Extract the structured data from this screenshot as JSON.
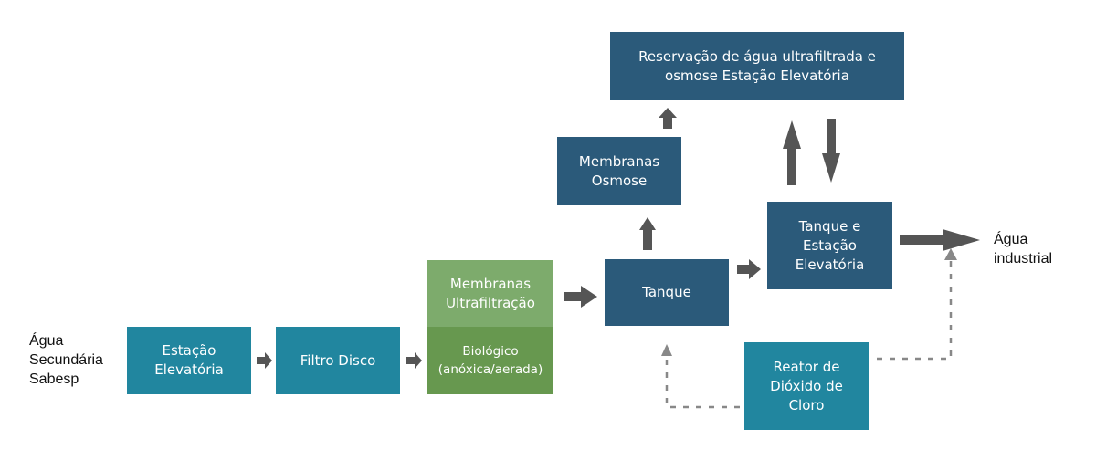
{
  "colors": {
    "teal": "#21869f",
    "navy": "#2b5a7a",
    "green_light": "#7dab6c",
    "green_dark": "#67984f",
    "arrow": "#555555",
    "dashed": "#888888"
  },
  "input_label": "Água\nSecundária\nSabesp",
  "output_label": "Água\nindustrial",
  "nodes": {
    "estacao_elevatoria": "Estação\nElevatória",
    "filtro_disco": "Filtro Disco",
    "membranas_uf": "Membranas\nUltrafiltração",
    "biologico": "Biológico\n(anóxica/aerada)",
    "tanque": "Tanque",
    "membranas_osmose": "Membranas\nOsmose",
    "reservacao": "Reservação de água ultrafiltrada e\nosmose Estação Elevatória",
    "tanque_estacao": "Tanque e\nEstação\nElevatória",
    "reator": "Reator de\nDióxido de\nCloro"
  },
  "edges": [
    {
      "from": "estacao_elevatoria",
      "to": "filtro_disco",
      "style": "solid"
    },
    {
      "from": "filtro_disco",
      "to": "biologico",
      "style": "solid"
    },
    {
      "from": "membranas_uf",
      "to": "tanque",
      "style": "solid"
    },
    {
      "from": "tanque",
      "to": "membranas_osmose",
      "style": "solid"
    },
    {
      "from": "membranas_osmose",
      "to": "reservacao",
      "style": "solid"
    },
    {
      "from": "tanque",
      "to": "tanque_estacao",
      "style": "solid"
    },
    {
      "from": "tanque_estacao",
      "to": "reservacao",
      "style": "solid"
    },
    {
      "from": "reservacao",
      "to": "tanque_estacao",
      "style": "solid"
    },
    {
      "from": "tanque_estacao",
      "to": "agua_industrial",
      "style": "solid"
    },
    {
      "from": "reator",
      "to": "tanque",
      "style": "dashed"
    },
    {
      "from": "reator",
      "to": "agua_industrial",
      "style": "dashed"
    }
  ]
}
